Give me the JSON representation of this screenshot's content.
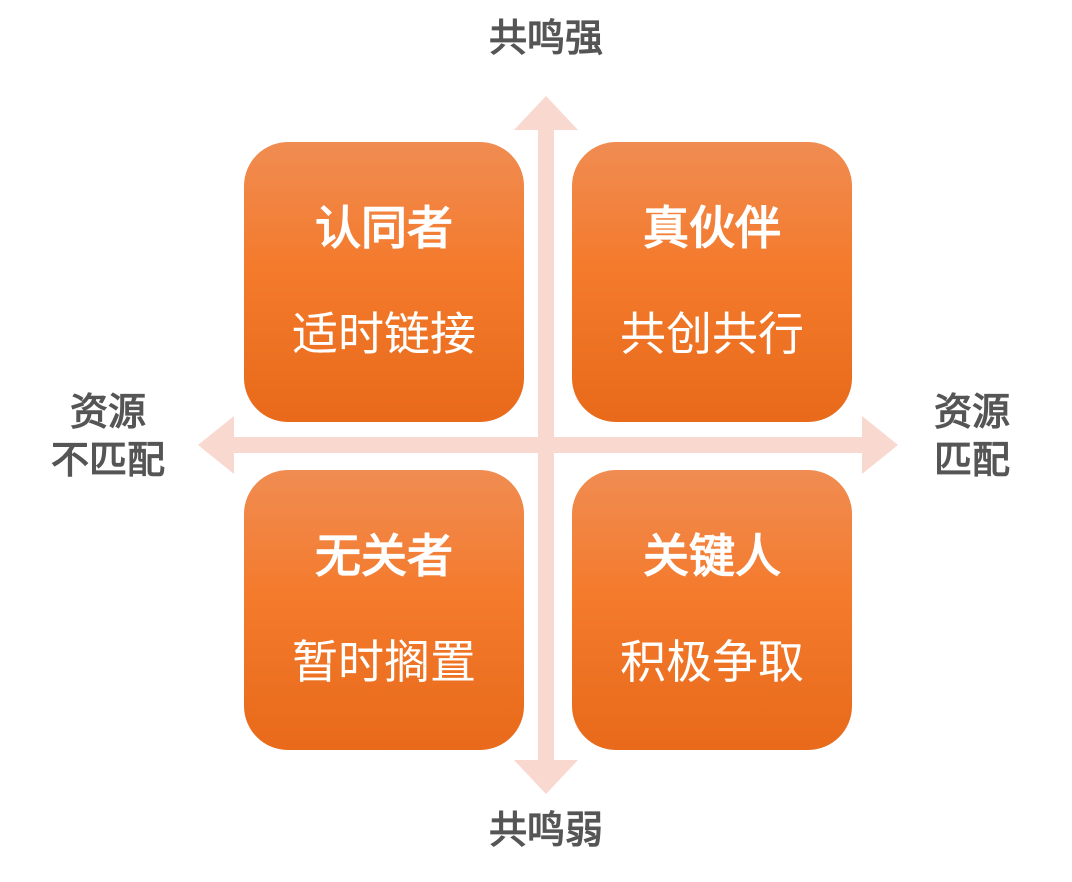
{
  "axes": {
    "top": "共鸣强",
    "bottom": "共鸣弱",
    "left_line1": "资源",
    "left_line2": "不匹配",
    "right_line1": "资源",
    "right_line2": "匹配",
    "color": "#f9d8cf"
  },
  "quadrants": {
    "top_left": {
      "title": "认同者",
      "subtitle": "适时链接"
    },
    "top_right": {
      "title": "真伙伴",
      "subtitle": "共创共行"
    },
    "bottom_left": {
      "title": "无关者",
      "subtitle": "暂时搁置"
    },
    "bottom_right": {
      "title": "关键人",
      "subtitle": "积极争取"
    }
  },
  "colors": {
    "quadrant_top": "#f08c52",
    "quadrant_bottom": "#e86a1a",
    "label_text": "#555555"
  }
}
